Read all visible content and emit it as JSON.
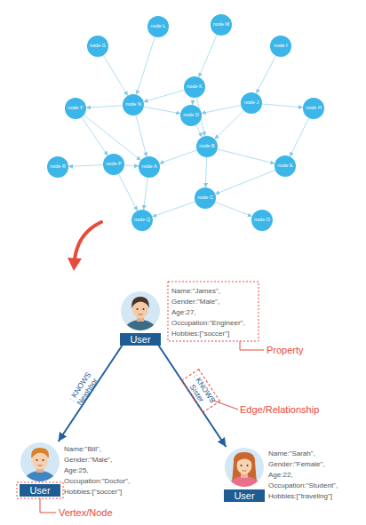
{
  "diagram": {
    "nodes": [
      {
        "text": [
          "node L"
        ]
      },
      {
        "text": [
          "node M"
        ]
      },
      {
        "text": [
          "node G"
        ]
      },
      {
        "text": [
          "node I"
        ]
      },
      {
        "text": [
          "node K"
        ]
      },
      {
        "text": [
          "node J"
        ]
      },
      {
        "text": [
          "node N"
        ]
      },
      {
        "text": [
          "node F"
        ]
      },
      {
        "text": [
          "node H"
        ]
      },
      {
        "text": [
          "node D"
        ]
      },
      {
        "text": [
          "node B"
        ]
      },
      {
        "text": [
          "node P"
        ]
      },
      {
        "text": [
          "node A"
        ]
      },
      {
        "text": [
          "node R"
        ]
      },
      {
        "text": [
          "node E"
        ]
      },
      {
        "text": [
          "node C"
        ]
      },
      {
        "text": [
          "node Q"
        ]
      },
      {
        "text": [
          "node O"
        ]
      },
      {
        "text": [
          "User",
          "Name:\"James\", Gender:\"Male\", Age:27, Occupation:\"Engineer\", Hobbies:[\"soccer\"]"
        ]
      },
      {
        "text": [
          "User",
          "Name:\"Bill\", Gender:\"Male\", Age:25, Occupation:\"Doctor\", Hobbies:[\"soccer\"]"
        ]
      },
      {
        "text": [
          "User",
          "Name:\"Sarah\", Gender:\"Female\", Age:22, Occupation:\"Student\", Hobbies:[\"traveling\"]"
        ]
      }
    ],
    "edges": [
      {
        "from": 2,
        "to": 6,
        "arrow": "to"
      },
      {
        "from": 0,
        "to": 6,
        "arrow": "to"
      },
      {
        "from": 1,
        "to": 4,
        "arrow": "to"
      },
      {
        "from": 3,
        "to": 5,
        "arrow": "to"
      },
      {
        "from": 4,
        "to": 9,
        "arrow": "to"
      },
      {
        "from": 4,
        "to": 6,
        "arrow": "to"
      },
      {
        "from": 6,
        "to": 7,
        "arrow": "to"
      },
      {
        "from": 6,
        "to": 9,
        "arrow": "to"
      },
      {
        "from": 7,
        "to": 11,
        "arrow": "to"
      },
      {
        "from": 7,
        "to": 12,
        "arrow": "to"
      },
      {
        "from": 6,
        "to": 12,
        "arrow": "to"
      },
      {
        "from": 5,
        "to": 8,
        "arrow": "to"
      },
      {
        "from": 5,
        "to": 10,
        "arrow": "to"
      },
      {
        "from": 4,
        "to": 10,
        "arrow": "to"
      },
      {
        "from": 9,
        "to": 10,
        "arrow": "to"
      },
      {
        "from": 10,
        "to": 12,
        "arrow": "to"
      },
      {
        "from": 10,
        "to": 14,
        "arrow": "to"
      },
      {
        "from": 10,
        "to": 15,
        "arrow": "to"
      },
      {
        "from": 11,
        "to": 13,
        "arrow": "to"
      },
      {
        "from": 11,
        "to": 12,
        "arrow": "to"
      },
      {
        "from": 12,
        "to": 16,
        "arrow": "to"
      },
      {
        "from": 15,
        "to": 16,
        "arrow": "to"
      },
      {
        "from": 15,
        "to": 17,
        "arrow": "to"
      },
      {
        "from": 14,
        "to": 15,
        "arrow": "to"
      },
      {
        "from": 8,
        "to": 14,
        "arrow": "to"
      },
      {
        "from": 5,
        "to": 9,
        "arrow": "to"
      },
      {
        "from": 11,
        "to": 16,
        "arrow": "to"
      },
      {
        "from": 18,
        "to": 19,
        "arrow": "to",
        "label": ": KNOWS Neighbor"
      },
      {
        "from": 18,
        "to": 20,
        "arrow": "to",
        "label": ": KNOWS Sister"
      }
    ],
    "labels": [
      "Property",
      "Edge/Relationship",
      "Vertex/Node"
    ]
  }
}
